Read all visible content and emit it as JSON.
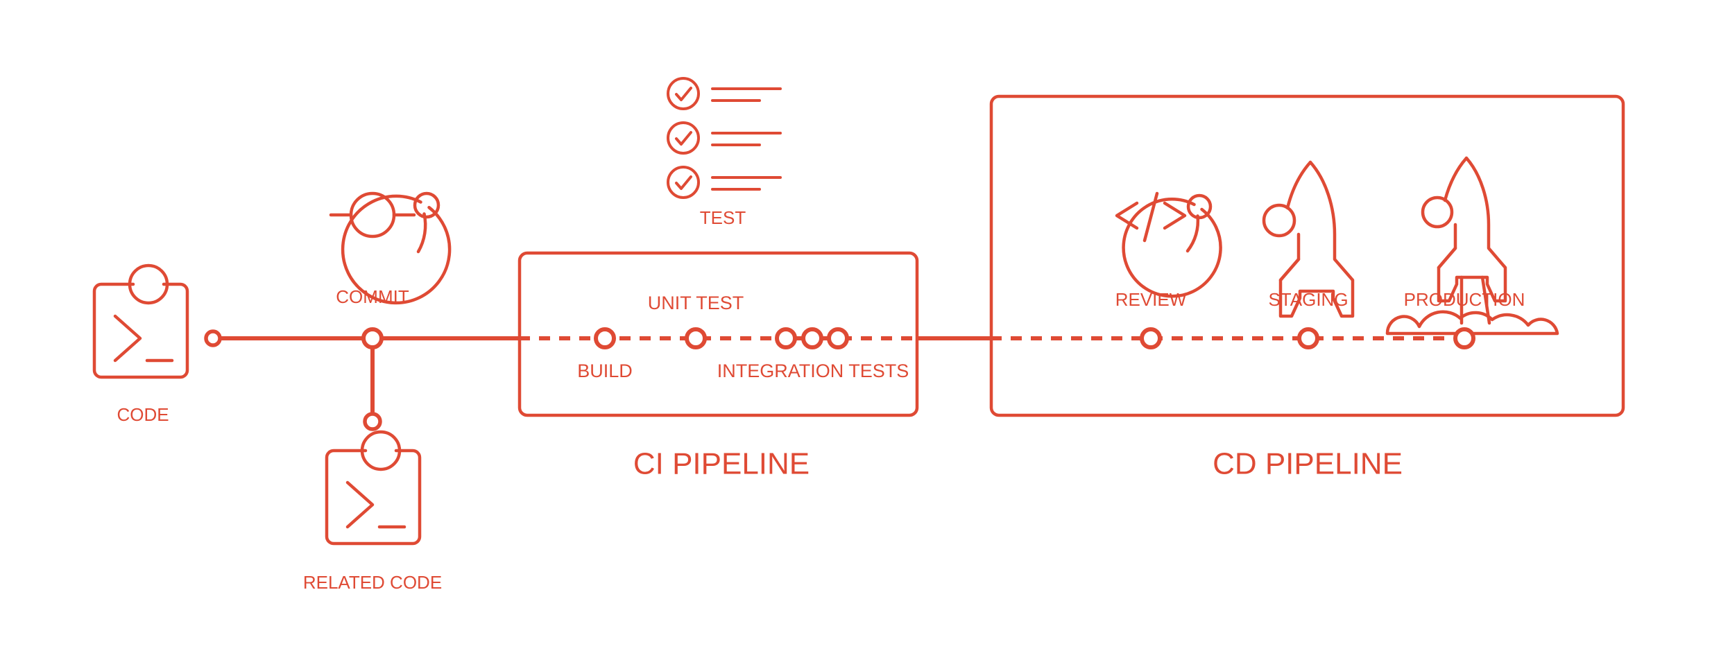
{
  "diagram": {
    "title": "CI/CD Pipeline",
    "accent_color": "#DF4A34",
    "background_color": "#FFFFFF"
  },
  "nodes": [
    {
      "id": "code",
      "label": "CODE",
      "icon": "terminal-code-icon"
    },
    {
      "id": "commit",
      "label": "COMMIT",
      "icon": "commit-orbit-icon"
    },
    {
      "id": "related_code",
      "label": "RELATED CODE",
      "icon": "terminal-code-icon"
    },
    {
      "id": "test",
      "label": "TEST",
      "icon": "checklist-icon"
    },
    {
      "id": "build",
      "label": "BUILD",
      "icon": "pipeline-node-icon"
    },
    {
      "id": "unit_test",
      "label": "UNIT TEST",
      "icon": "pipeline-node-icon"
    },
    {
      "id": "integration",
      "label": "INTEGRATION TESTS",
      "icon": "pipeline-node-icon"
    },
    {
      "id": "review",
      "label": "REVIEW",
      "icon": "code-brackets-circle-icon"
    },
    {
      "id": "staging",
      "label": "STAGING",
      "icon": "rocket-icon"
    },
    {
      "id": "production",
      "label": "PRODUCTION",
      "icon": "rocket-launch-icon"
    }
  ],
  "pipelines": [
    {
      "id": "ci",
      "title": "CI PIPELINE",
      "stages": [
        "BUILD",
        "UNIT TEST",
        "INTEGRATION TESTS"
      ]
    },
    {
      "id": "cd",
      "title": "CD PIPELINE",
      "stages": [
        "REVIEW",
        "STAGING",
        "PRODUCTION"
      ]
    }
  ],
  "labels": {
    "code": "CODE",
    "commit": "COMMIT",
    "related_code": "RELATED CODE",
    "test": "TEST",
    "build": "BUILD",
    "unit_test": "UNIT TEST",
    "integration_tests": "INTEGRATION TESTS",
    "review": "REVIEW",
    "staging": "STAGING",
    "production": "PRODUCTION",
    "ci_pipeline": "CI PIPELINE",
    "cd_pipeline": "CD PIPELINE"
  }
}
